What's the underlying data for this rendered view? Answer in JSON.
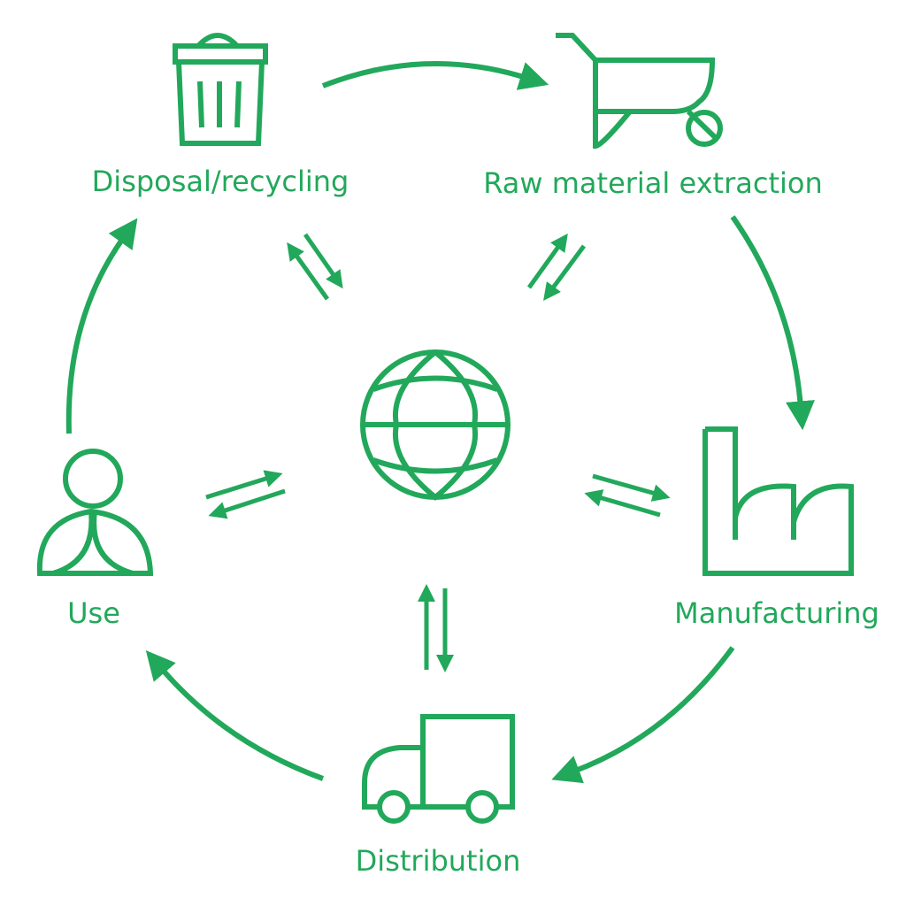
{
  "colors": {
    "accent": "#22a85b"
  },
  "stages": [
    {
      "id": "disposal",
      "label": "Disposal/recycling",
      "icon": "trash-can-icon"
    },
    {
      "id": "raw",
      "label": "Raw material extraction",
      "icon": "wheelbarrow-icon"
    },
    {
      "id": "manufacturing",
      "label": "Manufacturing",
      "icon": "factory-icon"
    },
    {
      "id": "distribution",
      "label": "Distribution",
      "icon": "truck-icon"
    },
    {
      "id": "use",
      "label": "Use",
      "icon": "person-icon"
    }
  ],
  "center": {
    "icon": "globe-icon"
  },
  "flow": [
    "Disposal/recycling",
    "Raw material extraction",
    "Manufacturing",
    "Distribution",
    "Use",
    "Disposal/recycling"
  ]
}
